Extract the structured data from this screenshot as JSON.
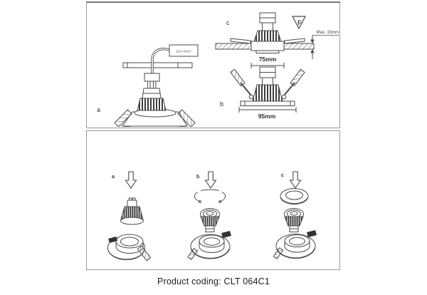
{
  "caption": "Product coding: CLT 064C1",
  "top_panel": {
    "diagram_a": {
      "label": "a",
      "driver_label": "110~240V"
    },
    "diagram_b": {
      "label": "b",
      "overall_diameter": "95mm"
    },
    "diagram_c": {
      "label": "c",
      "ceiling_max": "Max. 15mm",
      "cutout": "75mm",
      "f_mark": "F"
    }
  },
  "bottom_panel": {
    "step_a_label": "a",
    "step_b_label": "b",
    "step_c_label": "c"
  },
  "colors": {
    "line": "#4a4a4a",
    "panel_border": "#9b9b9b",
    "text": "#1c1c1c",
    "dark_fill": "#333333"
  }
}
